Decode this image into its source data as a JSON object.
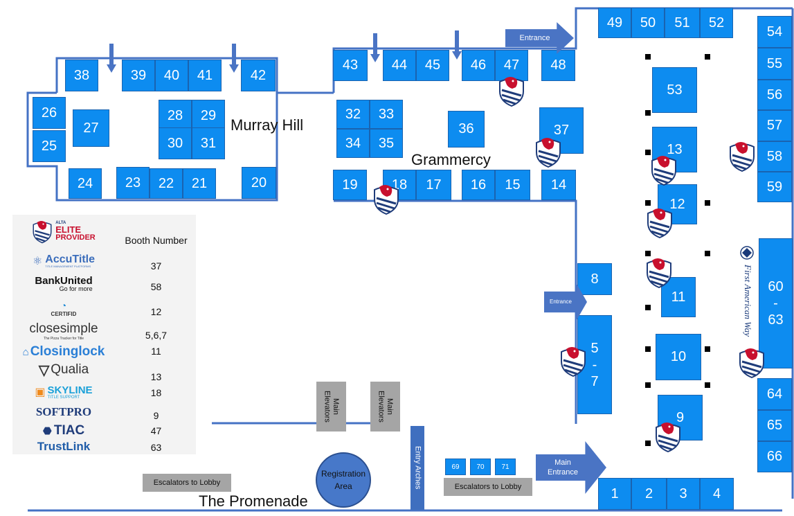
{
  "rooms": {
    "murray_hill": "Murray Hill",
    "grammercy": "Grammercy",
    "promenade": "The Promenade"
  },
  "booths": {
    "b1": "1",
    "b2": "2",
    "b3": "3",
    "b4": "4",
    "b5_7": "5\n-\n7",
    "b8": "8",
    "b9": "9",
    "b10": "10",
    "b11": "11",
    "b12": "12",
    "b13": "13",
    "b14": "14",
    "b15": "15",
    "b16": "16",
    "b17": "17",
    "b18": "18",
    "b19": "19",
    "b20": "20",
    "b21": "21",
    "b22": "22",
    "b23": "23",
    "b24": "24",
    "b25": "25",
    "b26": "26",
    "b27": "27",
    "b28": "28",
    "b29": "29",
    "b30": "30",
    "b31": "31",
    "b32": "32",
    "b33": "33",
    "b34": "34",
    "b35": "35",
    "b36": "36",
    "b37": "37",
    "b38": "38",
    "b39": "39",
    "b40": "40",
    "b41": "41",
    "b42": "42",
    "b43": "43",
    "b44": "44",
    "b45": "45",
    "b46": "46",
    "b47": "47",
    "b48": "48",
    "b49": "49",
    "b50": "50",
    "b51": "51",
    "b52": "52",
    "b53": "53",
    "b54": "54",
    "b55": "55",
    "b56": "56",
    "b57": "57",
    "b58": "58",
    "b59": "59",
    "b60_63": "60\n-\n63",
    "b64": "64",
    "b65": "65",
    "b66": "66",
    "b69": "69",
    "b70": "70",
    "b71": "71"
  },
  "labels": {
    "entrance_top": "Entrance",
    "entrance_mid": "Entrance",
    "main_entrance": "Main\nEntrance",
    "escalators_left": "Escalators to Lobby",
    "escalators_right": "Escalators to Lobby",
    "main_elevators_1": "Main\nElevators",
    "main_elevators_2": "Main\nElevators",
    "registration": "Registration\nArea",
    "entry_arches": "Entry Arches",
    "first_american_way": "First American Way"
  },
  "legend": {
    "header_logo_top": "ALTA",
    "header_logo_mid": "ELITE",
    "header_logo_bot": "PROVIDER",
    "header": "Booth Number",
    "rows": [
      {
        "sponsor": "AccuTitle",
        "tagline": "TITLE MANAGEMENT PLATFORMS",
        "booth": "37"
      },
      {
        "sponsor": "BankUnited",
        "tagline": "Go for more",
        "booth": "58"
      },
      {
        "sponsor": "CERTIFID",
        "tagline": "",
        "booth": "12"
      },
      {
        "sponsor": "closesimple",
        "tagline": "The Pizza Tracker for Title",
        "booth": "5,6,7"
      },
      {
        "sponsor": "Closinglock",
        "tagline": "",
        "booth": "11"
      },
      {
        "sponsor": "Qualia",
        "tagline": "",
        "booth": "13"
      },
      {
        "sponsor": "SKYLINE",
        "tagline": "TITLE SUPPORT",
        "booth": "18"
      },
      {
        "sponsor": "SOFTPRO",
        "tagline": "",
        "booth": "9"
      },
      {
        "sponsor": "TIAC",
        "tagline": "",
        "booth": "47"
      },
      {
        "sponsor": "TrustLink",
        "tagline": "",
        "booth": "63"
      }
    ]
  },
  "colors": {
    "booth": "#0d8cf0",
    "wall": "#4472c4",
    "arrow": "#4a74c4",
    "gray_box": "#a5a5a5",
    "alta_red": "#c8102e",
    "alta_navy": "#1f3c7a"
  }
}
